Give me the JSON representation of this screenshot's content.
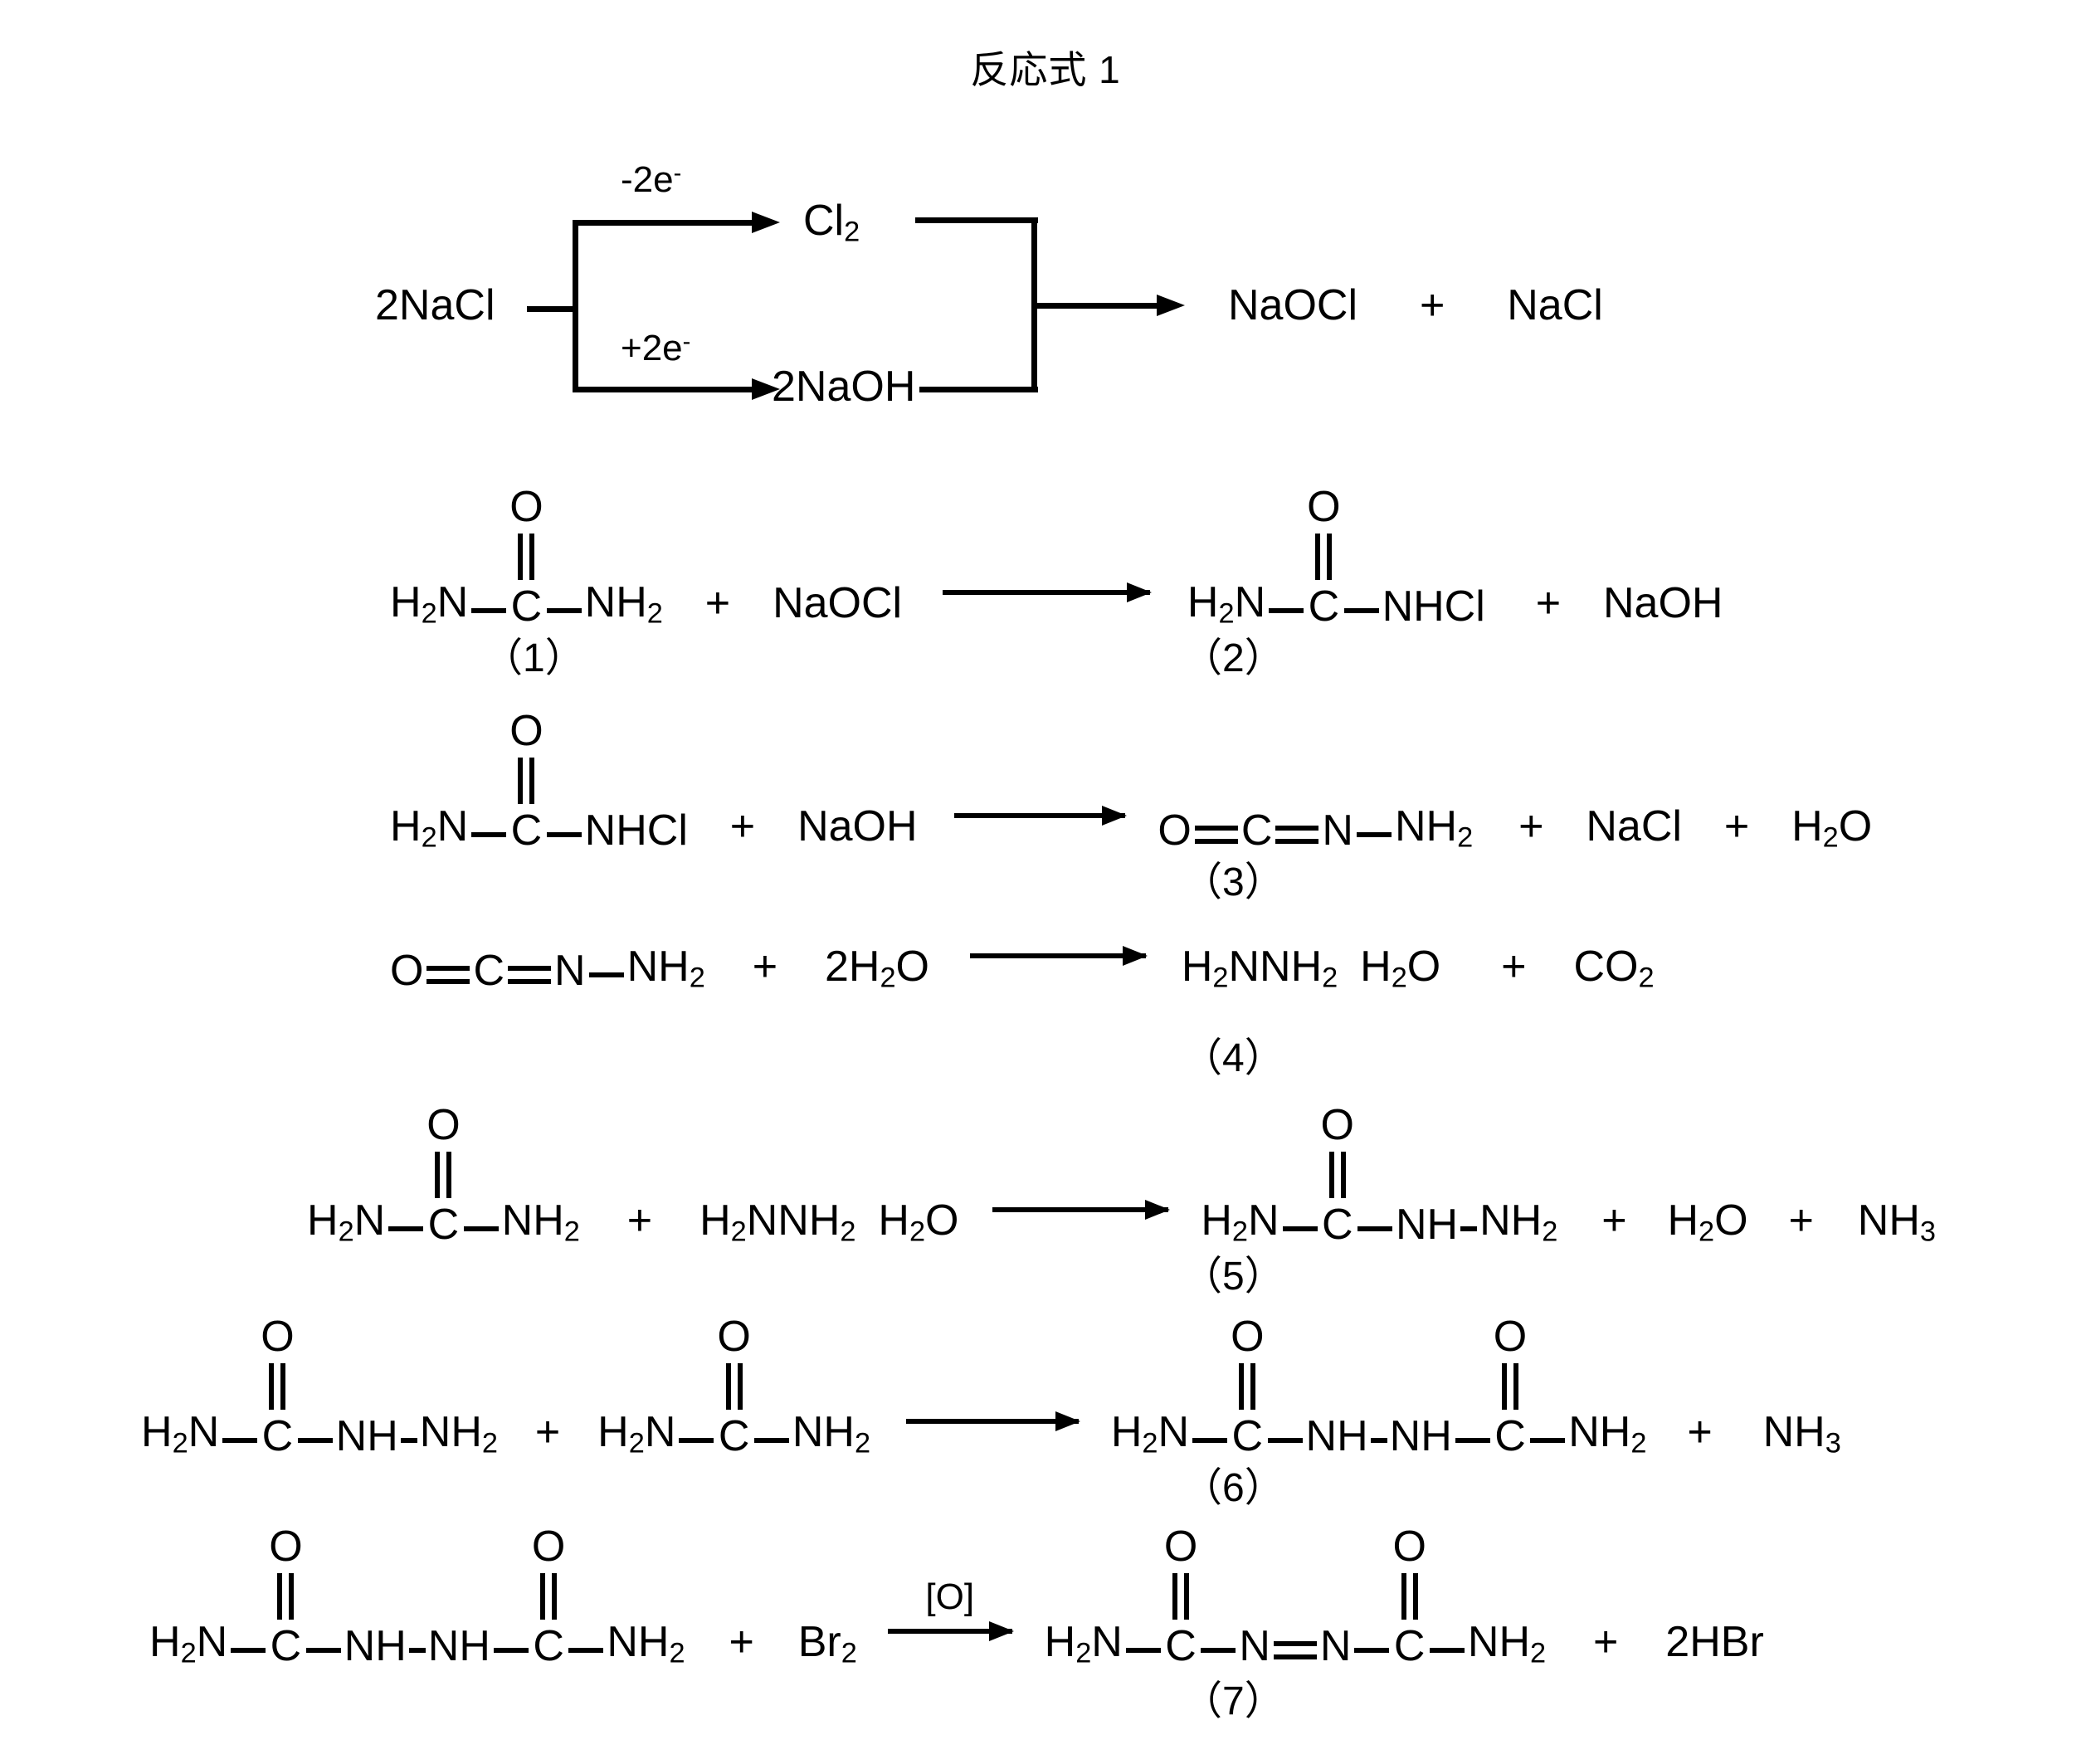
{
  "title": "反応式 1",
  "scheme1": {
    "reactant": "2NaCl",
    "top_branch_label": "-2e",
    "top_branch_sup": "-",
    "top_product": "Cl",
    "top_product_sub": "2",
    "bottom_branch_label": "+2e",
    "bottom_branch_sup": "-",
    "bottom_product": "2NaOH",
    "products": "NaOCl   +   NaCl",
    "product_1": "NaOCl",
    "plus": "+",
    "product_2": "NaCl"
  },
  "reactions": [
    {
      "id": "rxn2",
      "reactant_label": "（1）",
      "product_label": "（2）",
      "left": {
        "left_group": "H",
        "left_group_sub": "2",
        "left_group_rest": "N",
        "carbonyl_o": "O",
        "carbonyl_c": "C",
        "right_group": "NH",
        "right_group_sub": "2",
        "coreactant": "NaOCl",
        "plus": "+"
      },
      "right": {
        "left_group": "H",
        "left_group_sub": "2",
        "left_group_rest": "N",
        "carbonyl_o": "O",
        "carbonyl_c": "C",
        "right_group": "NHCl",
        "coproduct": "NaOH",
        "plus": "+"
      }
    },
    {
      "id": "rxn3",
      "product_label": "（3）",
      "left": {
        "left_group": "H",
        "left_group_sub": "2",
        "left_group_rest": "N",
        "carbonyl_o": "O",
        "carbonyl_c": "C",
        "right_group": "NHCl",
        "coreactant": "NaOH",
        "plus": "+"
      },
      "right": {
        "o": "O",
        "c": "C",
        "n": "N",
        "nh2": "NH",
        "nh2_sub": "2",
        "coproduct_1": "NaCl",
        "coproduct_2": "H",
        "coproduct_2_sub": "2",
        "coproduct_2_rest": "O",
        "plus": "+"
      }
    },
    {
      "id": "rxn4",
      "product_label": "（4）",
      "left": {
        "o": "O",
        "c": "C",
        "n": "N",
        "nh2": "NH",
        "nh2_sub": "2",
        "coreactant": "2H",
        "coreactant_sub": "2",
        "coreactant_rest": "O",
        "plus": "+"
      },
      "right": {
        "hydrazine": "H",
        "hydrazine_sub1": "2",
        "hydrazine_mid": "NNH",
        "hydrazine_sub2": "2",
        "water": "H",
        "water_sub": "2",
        "water_rest": "O",
        "co2": "CO",
        "co2_sub": "2",
        "plus": "+"
      }
    },
    {
      "id": "rxn5",
      "product_label": "（5）",
      "left": {
        "left_group": "H",
        "left_group_sub": "2",
        "left_group_rest": "N",
        "carbonyl_o": "O",
        "carbonyl_c": "C",
        "right_group": "NH",
        "right_group_sub": "2",
        "hydrazine": "H",
        "hydrazine_sub1": "2",
        "hydrazine_mid": "NNH",
        "hydrazine_sub2": "2",
        "water": "H",
        "water_sub": "2",
        "water_rest": "O",
        "plus": "+"
      },
      "right": {
        "left_group": "H",
        "left_group_sub": "2",
        "left_group_rest": "N",
        "carbonyl_o": "O",
        "carbonyl_c": "C",
        "nh": "NH",
        "nh2": "NH",
        "nh2_sub": "2",
        "water": "H",
        "water_sub": "2",
        "water_rest": "O",
        "ammonia": "NH",
        "ammonia_sub": "3",
        "plus": "+"
      }
    },
    {
      "id": "rxn6",
      "product_label": "（6）",
      "left": {
        "a_left": "H",
        "a_left_sub": "2",
        "a_left_rest": "N",
        "a_o": "O",
        "a_c": "C",
        "a_nh": "NH",
        "a_nh2": "NH",
        "a_nh2_sub": "2",
        "b_left": "H",
        "b_left_sub": "2",
        "b_left_rest": "N",
        "b_o": "O",
        "b_c": "C",
        "b_nh2": "NH",
        "b_nh2_sub": "2",
        "plus": "+"
      },
      "right": {
        "left_group": "H",
        "left_group_sub": "2",
        "left_group_rest": "N",
        "o1": "O",
        "c1": "C",
        "nh1": "NH",
        "nh2_mid": "NH",
        "o2": "O",
        "c2": "C",
        "nh2_end": "NH",
        "nh2_end_sub": "2",
        "ammonia": "NH",
        "ammonia_sub": "3",
        "plus": "+"
      }
    },
    {
      "id": "rxn7",
      "product_label": "（7）",
      "arrow_above": "[O]",
      "left": {
        "left_group": "H",
        "left_group_sub": "2",
        "left_group_rest": "N",
        "o1": "O",
        "c1": "C",
        "nh1": "NH",
        "nh2_mid": "NH",
        "o2": "O",
        "c2": "C",
        "nh2_end": "NH",
        "nh2_end_sub": "2",
        "coreactant": "Br",
        "coreactant_sub": "2",
        "plus": "+"
      },
      "right": {
        "left_group": "H",
        "left_group_sub": "2",
        "left_group_rest": "N",
        "o1": "O",
        "c1": "C",
        "n1": "N",
        "n2": "N",
        "o2": "O",
        "c2": "C",
        "nh2_end": "NH",
        "nh2_end_sub": "2",
        "coproduct": "2HBr",
        "plus": "+"
      }
    }
  ]
}
